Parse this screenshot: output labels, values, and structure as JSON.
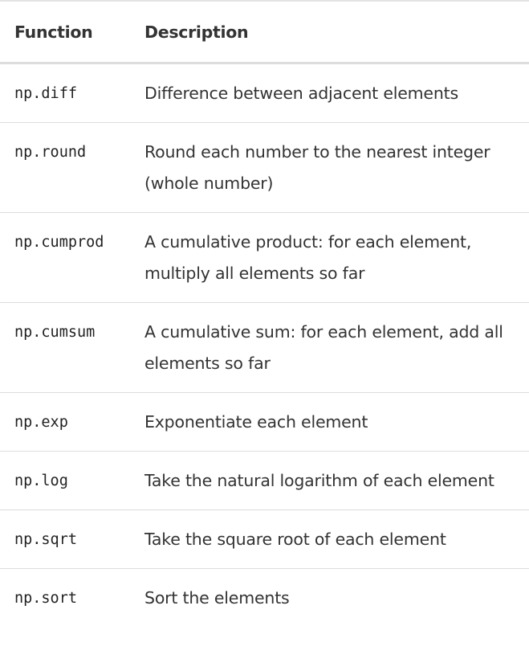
{
  "table": {
    "headers": {
      "function": "Function",
      "description": "Description"
    },
    "rows": [
      {
        "function": "np.diff",
        "description": "Difference between adjacent elements"
      },
      {
        "function": "np.round",
        "description": "Round each number to the nearest integer (whole number)"
      },
      {
        "function": "np.cumprod",
        "description": "A cumulative product: for each element, multiply all elements so far"
      },
      {
        "function": "np.cumsum",
        "description": "A cumulative sum: for each element, add all elements so far"
      },
      {
        "function": "np.exp",
        "description": "Exponentiate each element"
      },
      {
        "function": "np.log",
        "description": "Take the natural logarithm of each element"
      },
      {
        "function": "np.sqrt",
        "description": "Take the square root of each element"
      },
      {
        "function": "np.sort",
        "description": "Sort the elements"
      }
    ]
  }
}
